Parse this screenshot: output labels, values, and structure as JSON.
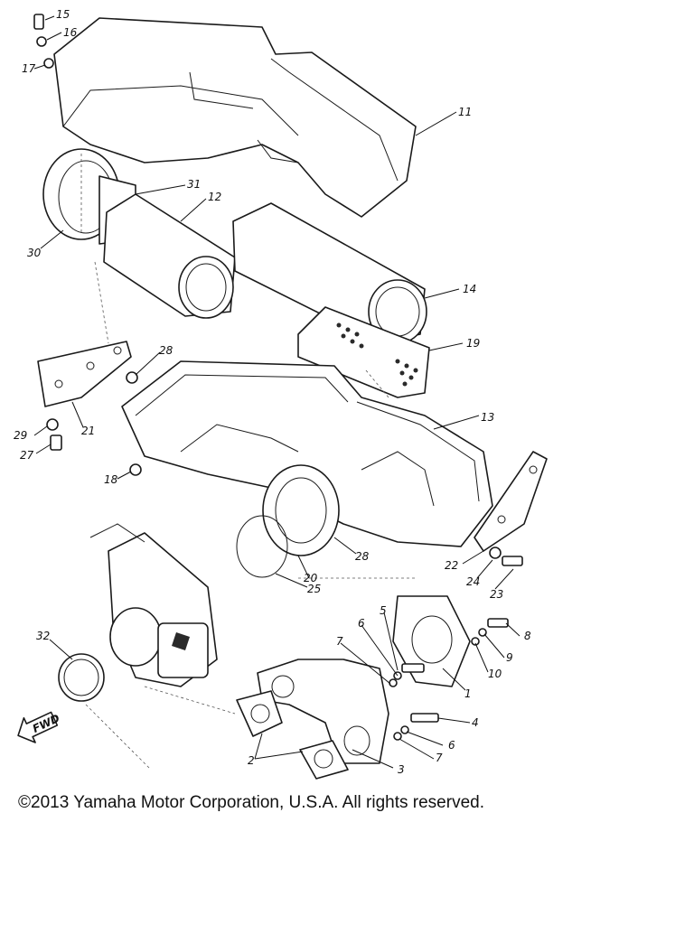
{
  "diagram": {
    "callouts": [
      "1",
      "2",
      "3",
      "4",
      "5",
      "6",
      "6",
      "7",
      "7",
      "8",
      "9",
      "10",
      "11",
      "12",
      "13",
      "14",
      "15",
      "16",
      "17",
      "18",
      "19",
      "20",
      "21",
      "22",
      "23",
      "24",
      "25",
      "27",
      "28",
      "28",
      "29",
      "30",
      "31",
      "32"
    ],
    "fwd_label": "FWD"
  },
  "footer": {
    "copyright": "©2013 Yamaha Motor Corporation, U.S.A. All rights reserved."
  }
}
